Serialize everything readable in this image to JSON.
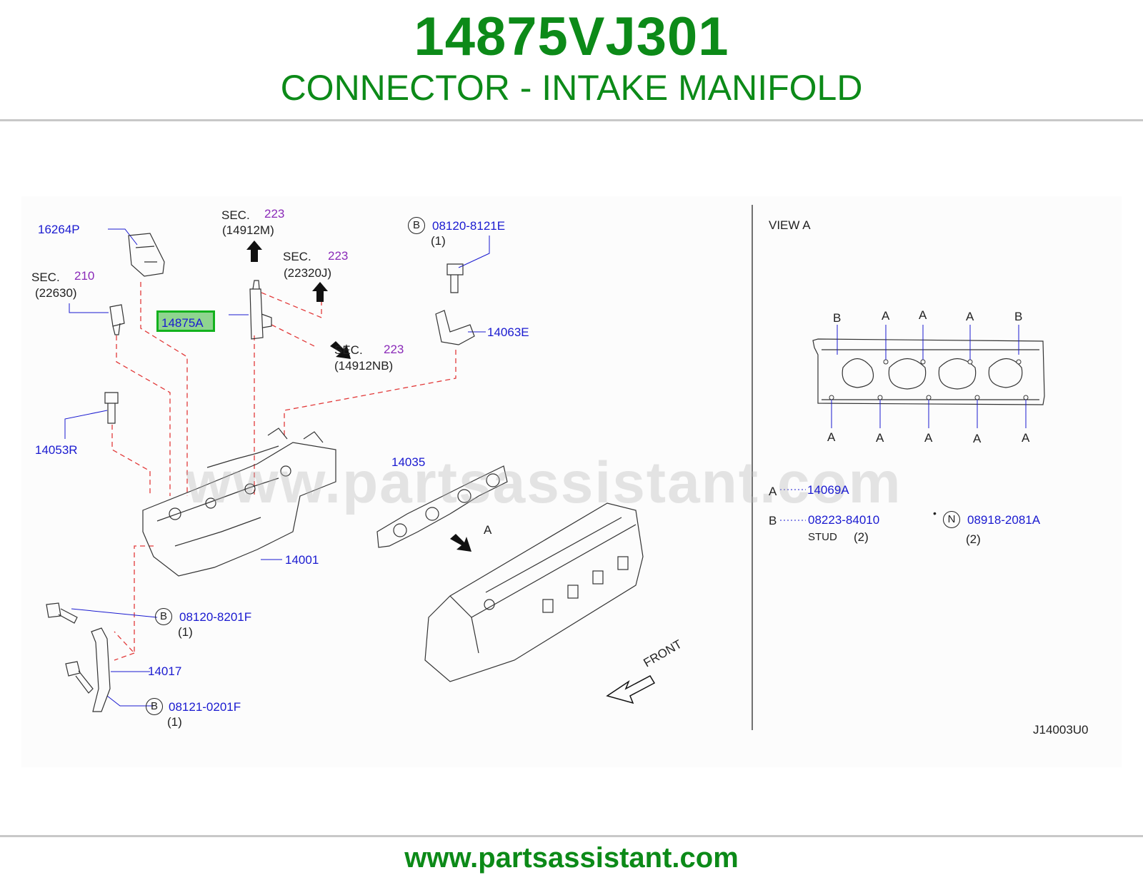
{
  "header": {
    "part_number": "14875VJ301",
    "part_name": "CONNECTOR - INTAKE MANIFOLD"
  },
  "footer": {
    "url": "www.partsassistant.com"
  },
  "watermark": "www.partsassistant.com",
  "diagram": {
    "code": "J14003U0",
    "highlighted_part": "14875A",
    "callouts": {
      "p16264P": "16264P",
      "sec210_label": "SEC.",
      "sec210_num": "210",
      "sec210_ref": "(22630)",
      "sec223a_label": "SEC.",
      "sec223a_num": "223",
      "sec223a_ref": "(14912M)",
      "sec223b_label": "SEC.",
      "sec223b_num": "223",
      "sec223b_ref": "(22320J)",
      "sec223c_label": "SEC.",
      "sec223c_num": "223",
      "sec223c_ref": "(14912NB)",
      "b_top_letter": "B",
      "b_top_part": "08120-8121E",
      "b_top_qty": "(1)",
      "p14063E": "14063E",
      "p14053R": "14053R",
      "p14035": "14035",
      "arrow_a": "A",
      "p14001": "14001",
      "b_mid_letter": "B",
      "b_mid_part": "08120-8201F",
      "b_mid_qty": "(1)",
      "p14017": "14017",
      "b_bot_letter": "B",
      "b_bot_part": "08121-0201F",
      "b_bot_qty": "(1)",
      "front": "FRONT"
    },
    "view_a": {
      "title": "VIEW A",
      "top_labels": [
        "B",
        "A",
        "A",
        "A",
        "B"
      ],
      "bottom_labels": [
        "A",
        "A",
        "A",
        "A",
        "A"
      ]
    },
    "legend": {
      "a_letter": "A",
      "a_part": "14069A",
      "b_letter": "B",
      "b_part": "08223-84010",
      "b_desc": "STUD",
      "b_qty": "(2)",
      "n_letter": "N",
      "n_part": "08918-2081A",
      "n_qty": "(2)"
    }
  }
}
